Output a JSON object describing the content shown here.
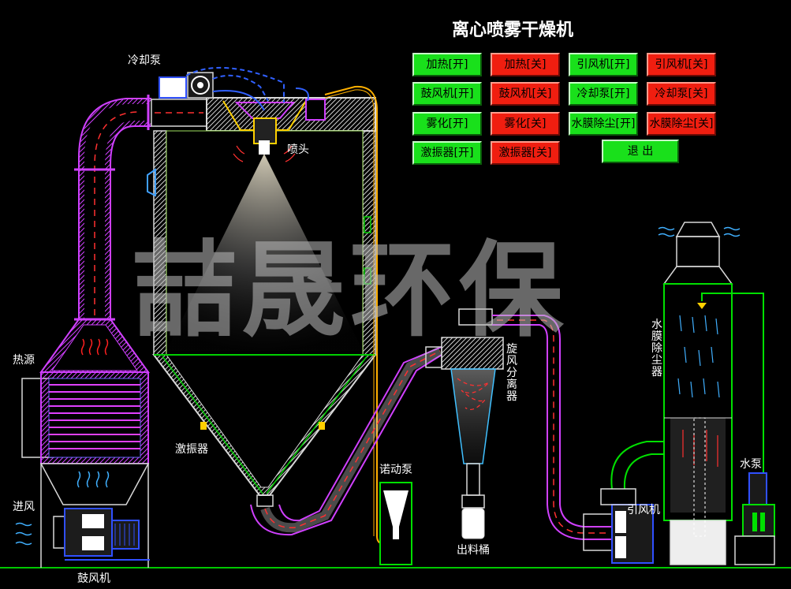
{
  "title": "离心喷雾干燥机",
  "watermark": "喆晟环保",
  "buttons": [
    {
      "label": "加热[开]",
      "state": "on"
    },
    {
      "label": "加热[关]",
      "state": "off"
    },
    {
      "label": "引风机[开]",
      "state": "on"
    },
    {
      "label": "引风机[关]",
      "state": "off"
    },
    {
      "label": "鼓风机[开]",
      "state": "on"
    },
    {
      "label": "鼓风机[关]",
      "state": "off"
    },
    {
      "label": "冷却泵[开]",
      "state": "on"
    },
    {
      "label": "冷却泵[关]",
      "state": "off"
    },
    {
      "label": "雾化[开]",
      "state": "on"
    },
    {
      "label": "雾化[关]",
      "state": "off"
    },
    {
      "label": "水膜除尘[开]",
      "state": "on"
    },
    {
      "label": "水膜除尘[关]",
      "state": "off"
    },
    {
      "label": "激振器[开]",
      "state": "on"
    },
    {
      "label": "激振器[关]",
      "state": "off"
    },
    {
      "label": "退 出",
      "state": "on"
    }
  ],
  "labels": {
    "cooling_pump": "冷却泵",
    "nozzle": "喷头",
    "heat_source": "热源",
    "vibrator": "激振器",
    "air_inlet": "进风",
    "blower": "鼓风机",
    "peristaltic_pump": "诺动泵",
    "discharge_bucket": "出料桶",
    "induced_fan": "引风机",
    "water_pump": "水泵",
    "cyclone_separator": "旋风分离器",
    "water_film_dust_collector": "水膜除尘器"
  },
  "colors": {
    "on": "#19e01b",
    "off": "#f01e10",
    "duct": "#d040ff",
    "vessel": "#d8d8d8",
    "frame": "#00e000",
    "pipe": "#ffb000",
    "cold_pipe": "#3060ff"
  }
}
